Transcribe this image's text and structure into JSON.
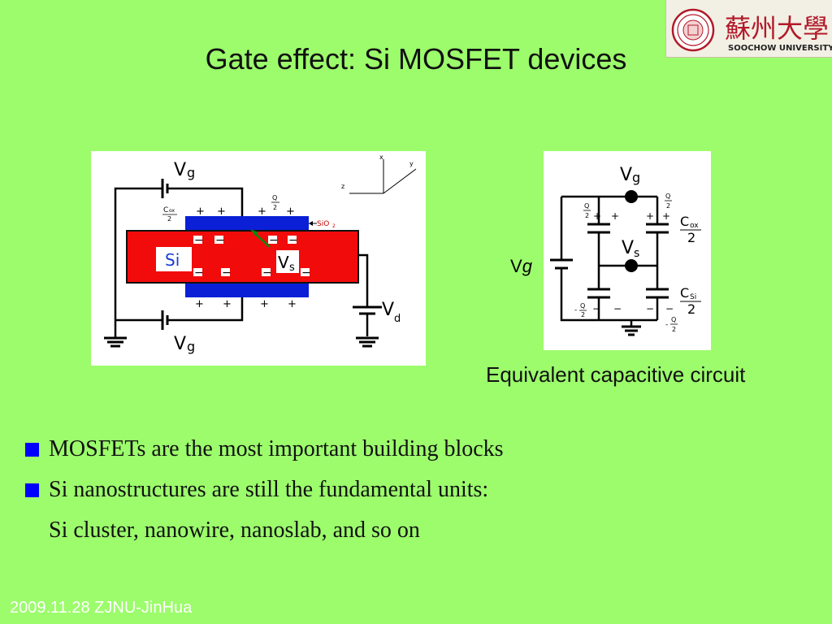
{
  "slide": {
    "title": "Gate effect: Si MOSFET devices",
    "footer": "2009.11.28 ZJNU-JinHua"
  },
  "logo": {
    "university_en": "SOOCHOW UNIVERSITY",
    "university_cn": "蘇州大學"
  },
  "figure_left": {
    "vg_label": "V",
    "vg_sub": "g",
    "vd_label": "V",
    "vd_sub": "d",
    "vs_label": "V",
    "vs_sub": "s",
    "si_label": "Si",
    "sio2_label": "SiO",
    "sio2_sub": "2",
    "cox_num": "C",
    "cox_sub": "ox",
    "cox_den": "2",
    "q_num": "Q",
    "q_den": "2",
    "axis_x": "x",
    "axis_y": "y",
    "axis_z": "z",
    "plus": "+",
    "minus": "−"
  },
  "figure_right": {
    "vg_label": "V",
    "vg_sub": "g",
    "vs_label": "V",
    "vs_sub": "s",
    "cox_label": "C",
    "cox_sub": "ox",
    "csi_label": "C",
    "csi_sub": "Si",
    "den": "2",
    "q_num": "Q",
    "q_den": "2",
    "plus": "+",
    "minus": "−",
    "neg": "-",
    "vg_side": "V",
    "vg_side_sub": "g"
  },
  "caption": "Equivalent capacitive circuit",
  "bullets": [
    "MOSFETs are the most important building blocks",
    "Si nanostructures are still the fundamental units:"
  ],
  "bullet_continuation": "Si cluster, nanowire, nanoslab, and so on"
}
